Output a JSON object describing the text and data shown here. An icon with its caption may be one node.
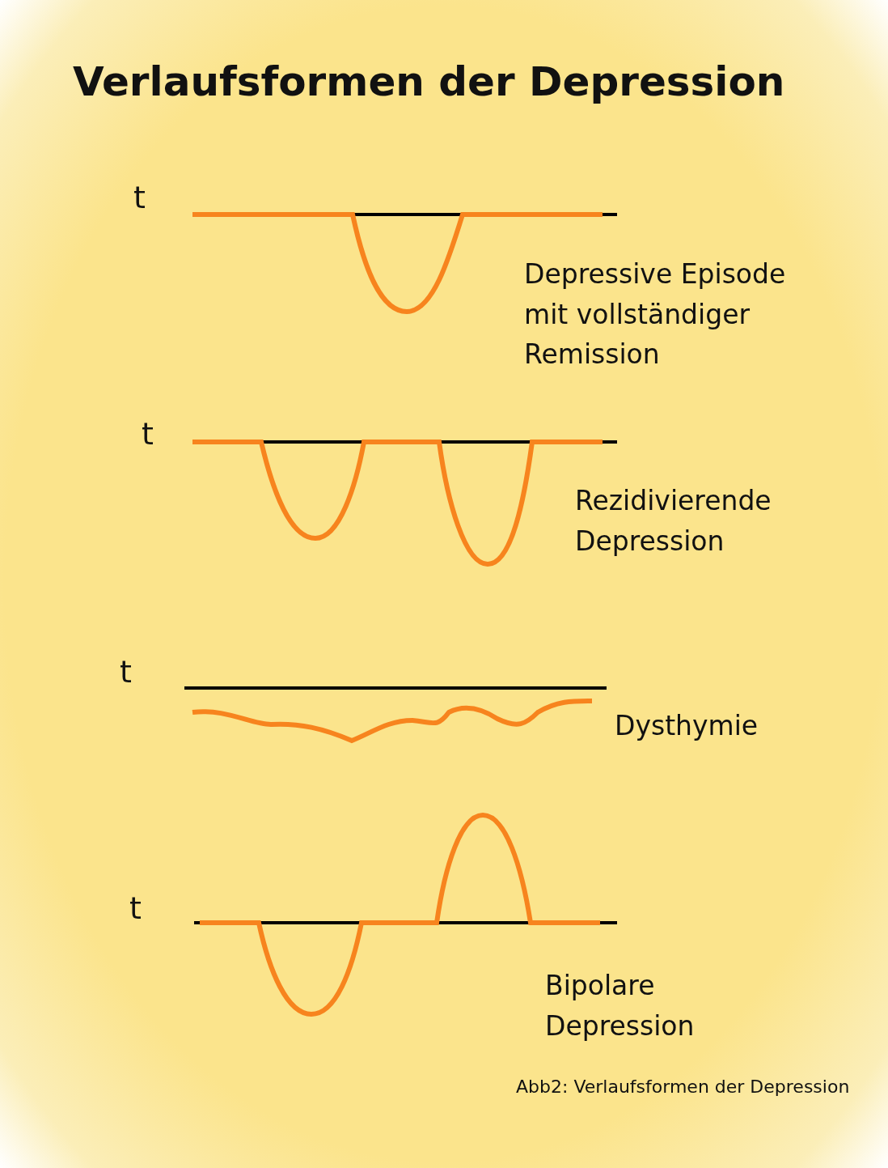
{
  "diagram": {
    "title": "Verlaufsformen der Depression",
    "caption": "Abb2: Verlaufsformen der Depression",
    "labels": [
      "t",
      "Depressive Episode mit vollständiger Remission",
      "t",
      "Rezidivierende Depression",
      "t",
      "Dysthymie",
      "t",
      "Bipolare Depression"
    ]
  }
}
